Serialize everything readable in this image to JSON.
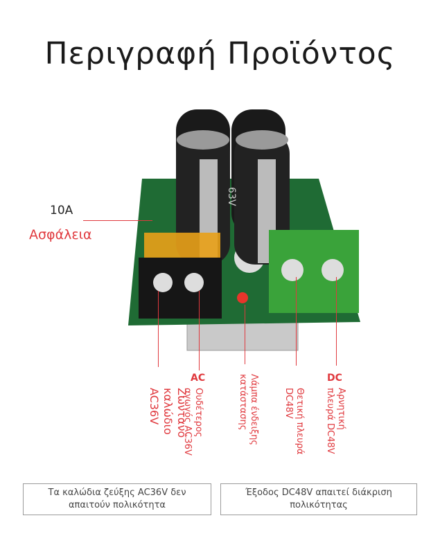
{
  "title": "Περιγραφή Προϊόντος",
  "labels": {
    "fuse_rating": "10A",
    "fuse_name": "Ασφάλεια",
    "ac": "AC",
    "dc": "DC",
    "live_wire": "Ζωντανό καλώδιο AC36V",
    "neutral_wire": "Ουδέτερος αγωγός AC36V",
    "status_led": "Λάμπα ένδειξης κατάστασης",
    "positive_side": "Θετική πλευρά DC48V",
    "negative_side": "Αρνητική πλευρά DC48V"
  },
  "notes": {
    "left": "Τα καλώδια ζεύξης AC36V δεν απαιτούν πολικότητα",
    "right": "Έξοδος DC48V απαιτεί διάκριση πολικότητας"
  },
  "capacitor_marking": "63V",
  "colors": {
    "accent": "#e0393e",
    "pcb": "#1f6b34",
    "terminal_green": "#3aa33a"
  }
}
